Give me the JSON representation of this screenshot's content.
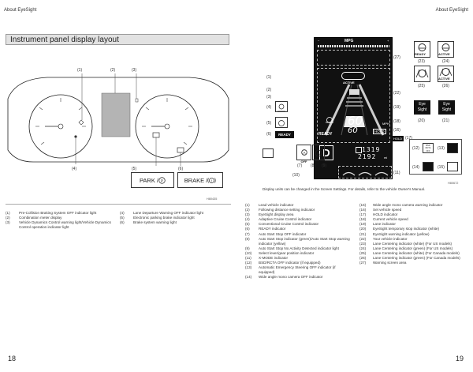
{
  "header": {
    "left": "About EyeSight",
    "right": "About EyeSight"
  },
  "footer": {
    "left_page": "18",
    "right_page": "19"
  },
  "left_page": {
    "section_title": "Instrument panel display layout",
    "callouts": [
      "(1)",
      "(2)",
      "(3)",
      "(4)",
      "(5)",
      "(6)"
    ],
    "park_label": "PARK / ",
    "brake_label": "BRAKE / ",
    "image_code": "H80435",
    "legend_col1": [
      {
        "num": "(1)",
        "text": "Pre-Collision Braking System OFF indicator light"
      },
      {
        "num": "(2)",
        "text": "Combination meter display"
      },
      {
        "num": "(3)",
        "text": "Vehicle Dynamics Control warning light/Vehicle Dynamics Control operation indicator light"
      }
    ],
    "legend_col2": [
      {
        "num": "(4)",
        "text": "Lane Departure Warning OFF indicator light"
      },
      {
        "num": "(5)",
        "text": "Electronic parking brake indicator light"
      },
      {
        "num": "(6)",
        "text": "Brake system warning light"
      }
    ]
  },
  "right_page": {
    "display": {
      "mpg_label": "MPG",
      "minus": "−",
      "plus": "+",
      "active_label": "ACTIVE",
      "ready_label": "READY",
      "speed_set": "60",
      "speed_current": "60",
      "mph_label": "MPH",
      "hold_label": "HOLD",
      "odo1": "1319",
      "odo2": "2192",
      "odo_unit": "mi",
      "gear": "D",
      "off_label": "OFF",
      "hold_box": "HOLD"
    },
    "callouts_left": [
      "(1)",
      "(2)",
      "(3)",
      "(4)",
      "(5)",
      "(6)"
    ],
    "callouts_right": [
      "(27)",
      "(22)",
      "(19)",
      "(18)",
      "(16)",
      "(17)",
      "(11)"
    ],
    "callouts_bottom": [
      "(7)",
      "(8)",
      "(9)",
      "(10)"
    ],
    "side_tiles": {
      "top": [
        {
          "num": "(23)",
          "label": "READY"
        },
        {
          "num": "(24)",
          "label": "ACTIVE"
        }
      ],
      "mid": [
        {
          "num": "(25)"
        },
        {
          "num": "(26)",
          "label": "ACTIVE"
        }
      ],
      "eyesight": [
        {
          "num": "(20)"
        },
        {
          "num": "(21)"
        }
      ],
      "eyesight_word": "Eye Sight",
      "small": [
        {
          "num": "(12)",
          "label": "BSD RCTA OFF"
        },
        {
          "num": "(13)"
        },
        {
          "num": "(14)"
        },
        {
          "num": "(15)"
        }
      ]
    },
    "image_code": "H80672",
    "note": "Display units can be changed in the Screen Settings. For details, refer to the vehicle Owner's Manual.",
    "legend_col1": [
      {
        "num": "(1)",
        "text": "Lead vehicle indicator"
      },
      {
        "num": "(2)",
        "text": "Following distance setting indicator"
      },
      {
        "num": "(3)",
        "text": "EyeSight display area"
      },
      {
        "num": "(4)",
        "text": "Adaptive Cruise Control indicator"
      },
      {
        "num": "(5)",
        "text": "Conventional Cruise Control indicator"
      },
      {
        "num": "(6)",
        "text": "READY indicator"
      },
      {
        "num": "(7)",
        "text": "Auto Start Stop OFF indicator"
      },
      {
        "num": "(8)",
        "text": "Auto Start Stop indicator (green)/Auto Start Stop warning indicator (yellow)"
      },
      {
        "num": "(9)",
        "text": "Auto Start Stop No Activity Detected indicator light"
      },
      {
        "num": "(10)",
        "text": "Select lever/gear position indicator"
      },
      {
        "num": "(11)",
        "text": "X-MODE indicator"
      },
      {
        "num": "(12)",
        "text": "BSD/RCTA OFF indicator (if equipped)"
      },
      {
        "num": "(13)",
        "text": "Automatic Emergency Steering OFF indicator (if equipped)"
      },
      {
        "num": "(14)",
        "text": "Wide angle mono camera OFF indicator"
      }
    ],
    "legend_col2": [
      {
        "num": "(15)",
        "text": "Wide angle mono camera warning indicator"
      },
      {
        "num": "(16)",
        "text": "Set vehicle speed"
      },
      {
        "num": "(17)",
        "text": "HOLD indicator"
      },
      {
        "num": "(18)",
        "text": "Current vehicle speed"
      },
      {
        "num": "(19)",
        "text": "Lane indicator"
      },
      {
        "num": "(20)",
        "text": "EyeSight temporary stop indicator (white)"
      },
      {
        "num": "(21)",
        "text": "EyeSight warning indicator (yellow)"
      },
      {
        "num": "(22)",
        "text": "Your vehicle indicator"
      },
      {
        "num": "(23)",
        "text": "Lane Centering indicator (white) (For US models)"
      },
      {
        "num": "(24)",
        "text": "Lane Centering indicator (green) (For US models)"
      },
      {
        "num": "(25)",
        "text": "Lane Centering indicator (white) (For Canada models)"
      },
      {
        "num": "(26)",
        "text": "Lane Centering indicator (green) (For Canada models)"
      },
      {
        "num": "(27)",
        "text": "Warning screen area"
      }
    ]
  }
}
